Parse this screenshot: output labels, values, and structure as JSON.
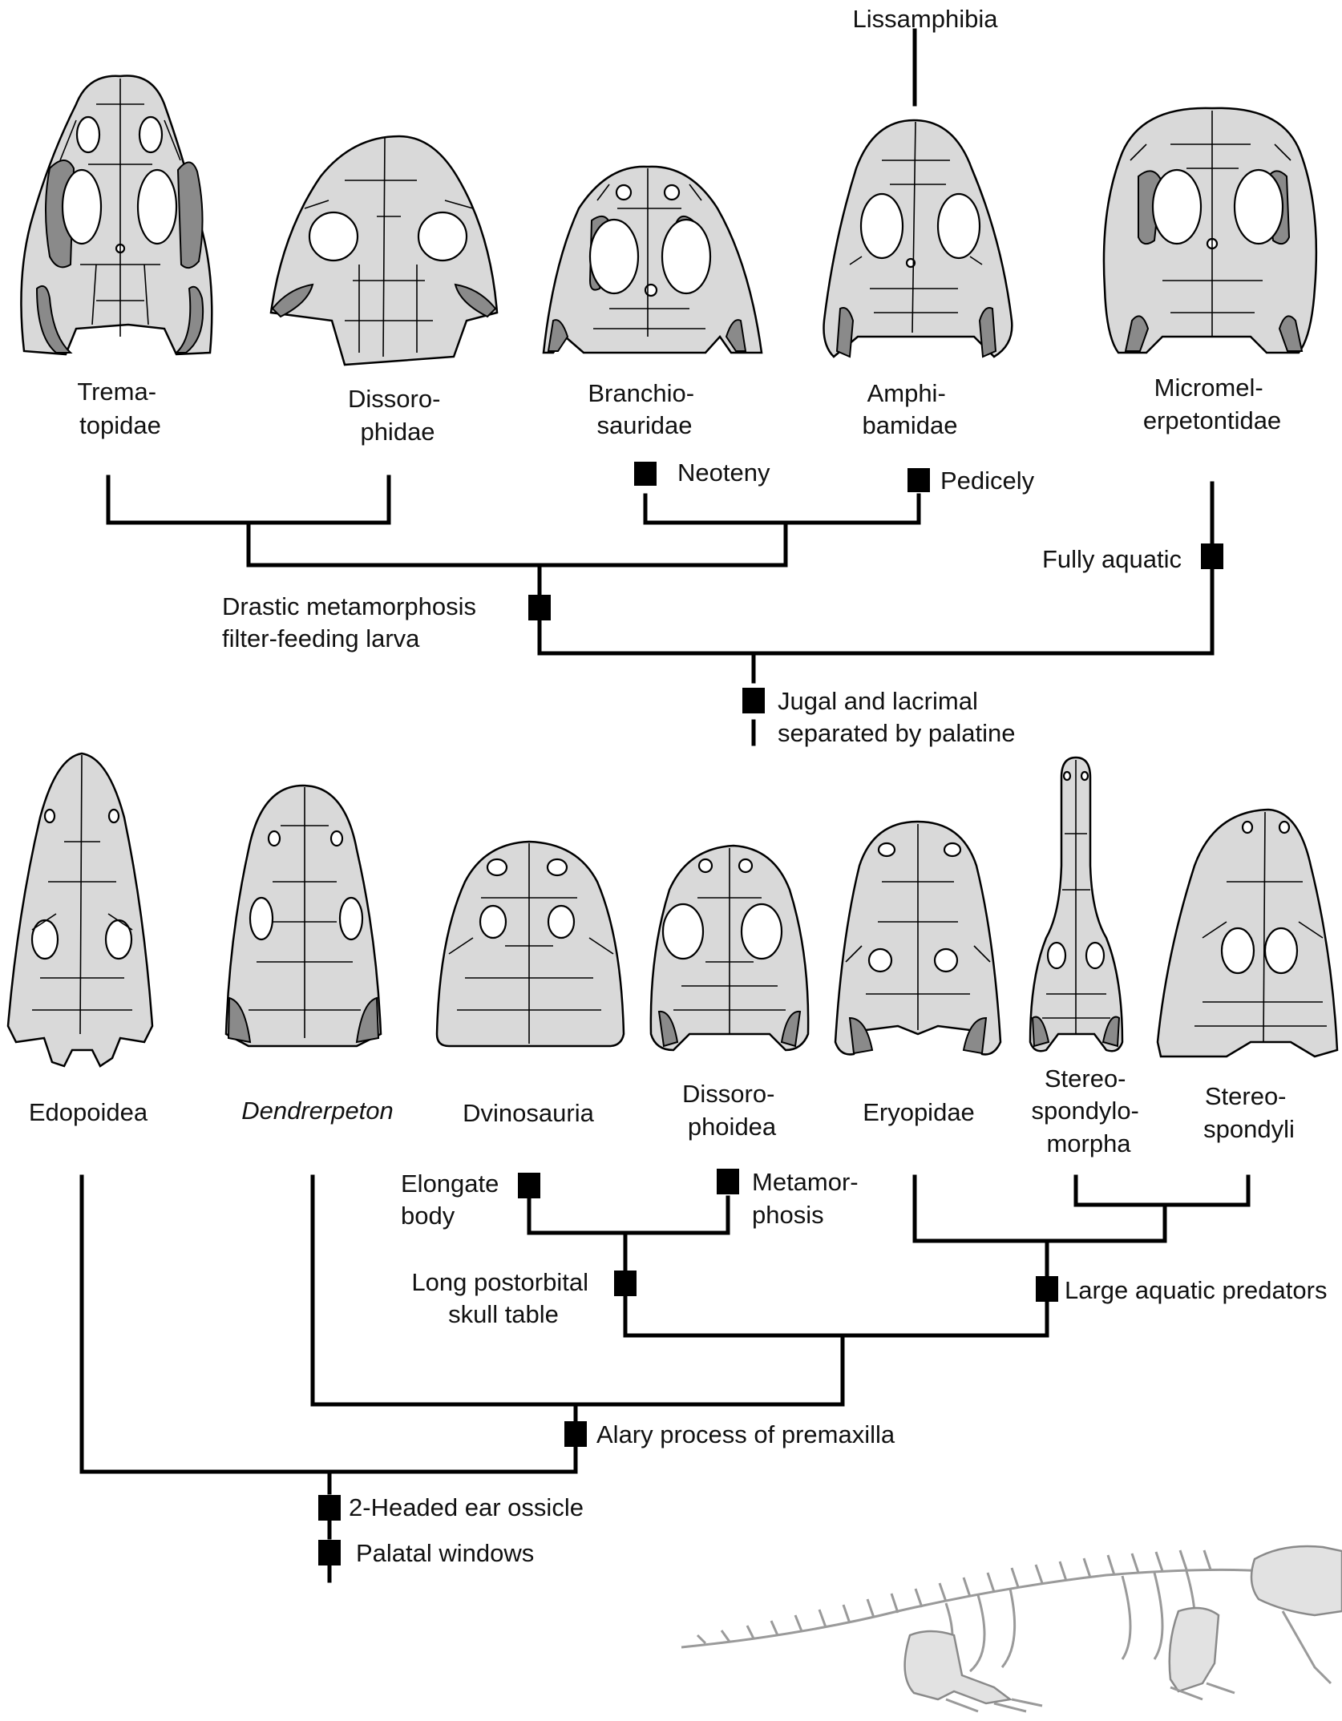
{
  "taxa": {
    "lissamphibia": "Lissamphibia",
    "trematopidae": [
      "Trema-",
      "topidae"
    ],
    "dissorophidae": [
      "Dissoro-",
      "phidae"
    ],
    "branchiosauridae": [
      "Branchio-",
      "sauridae"
    ],
    "amphibamidae": [
      "Amphi-",
      "bamidae"
    ],
    "micromelerpetontidae": [
      "Micromel-",
      "erpetontidae"
    ],
    "edopoidea": "Edopoidea",
    "dendrerpeton": "Dendrerpeton",
    "dvinosauria": "Dvinosauria",
    "dissorophoidea": [
      "Dissoro-",
      "phoidea"
    ],
    "eryopidae": "Eryopidae",
    "stereospondylomorpha": [
      "Stereo-",
      "spondylo-",
      "morpha"
    ],
    "stereospondyli": [
      "Stereo-",
      "spondyli"
    ]
  },
  "characters": {
    "neoteny": "Neoteny",
    "pedicely": "Pedicely",
    "fully_aquatic": "Fully aquatic",
    "drastic_metamorphosis": [
      "Drastic metamorphosis",
      "filter-feeding larva"
    ],
    "jugal_lacrimal": [
      "Jugal and lacrimal",
      "separated by palatine"
    ],
    "elongate_body": [
      "Elongate",
      "body"
    ],
    "metamorphosis": [
      "Metamor-",
      "phosis"
    ],
    "long_postorbital": [
      "Long postorbital",
      "skull table"
    ],
    "large_aquatic_predators": "Large aquatic predators",
    "alary_process": "Alary process of premaxilla",
    "ear_ossicle": "2-Headed ear ossicle",
    "palatal_windows": "Palatal windows"
  },
  "colors": {
    "skull_fill": "#d9d9d9",
    "shaded_bone": "#8a8a8a",
    "skeleton_fill": "#e2e2e2"
  }
}
